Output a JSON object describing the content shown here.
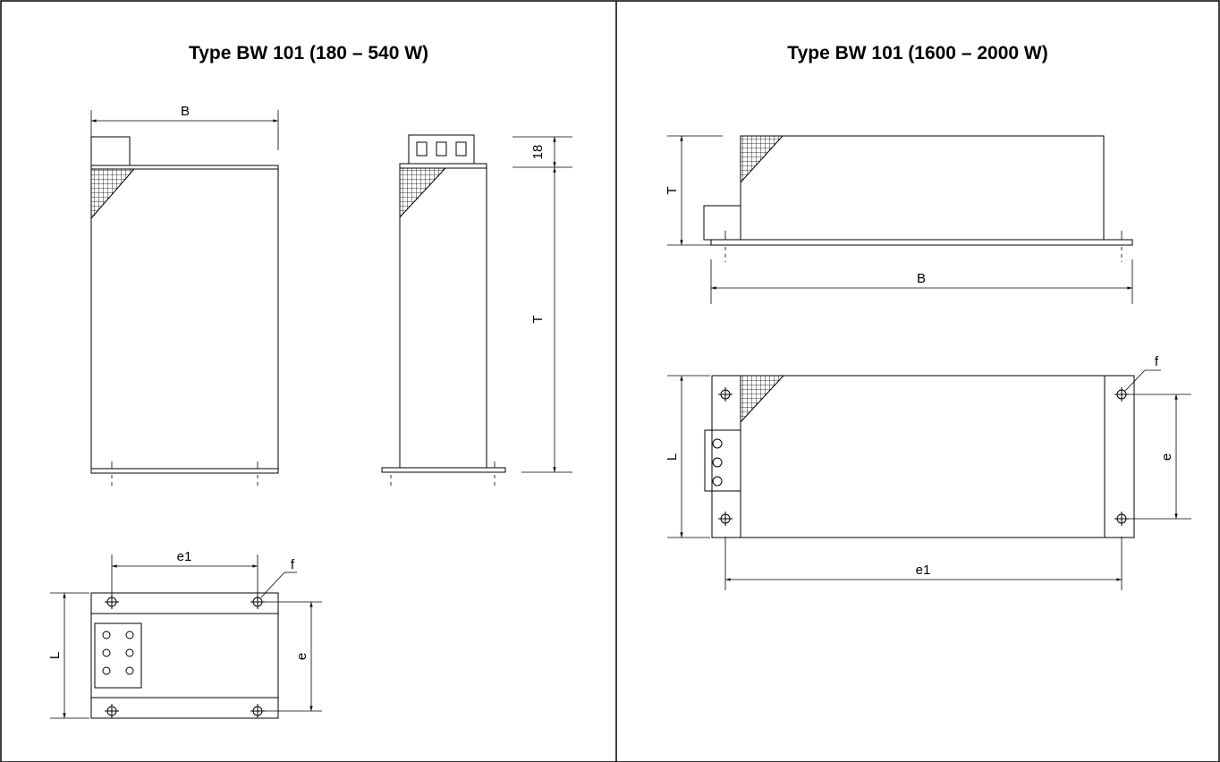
{
  "panels": {
    "left": {
      "title": "Type BW 101 (180 – 540 W)",
      "labels": {
        "width": "B",
        "height_top": "18",
        "depth": "T",
        "hole_spacing_x": "e1",
        "hole": "f",
        "length": "L",
        "hole_spacing_y": "e"
      }
    },
    "right": {
      "title": "Type BW 101 (1600 – 2000 W)",
      "labels": {
        "depth": "T",
        "width": "B",
        "hole": "f",
        "length": "L",
        "hole_spacing_y": "e",
        "hole_spacing_x": "e1"
      }
    }
  },
  "colors": {
    "line": "#000000",
    "background": "#ffffff"
  }
}
